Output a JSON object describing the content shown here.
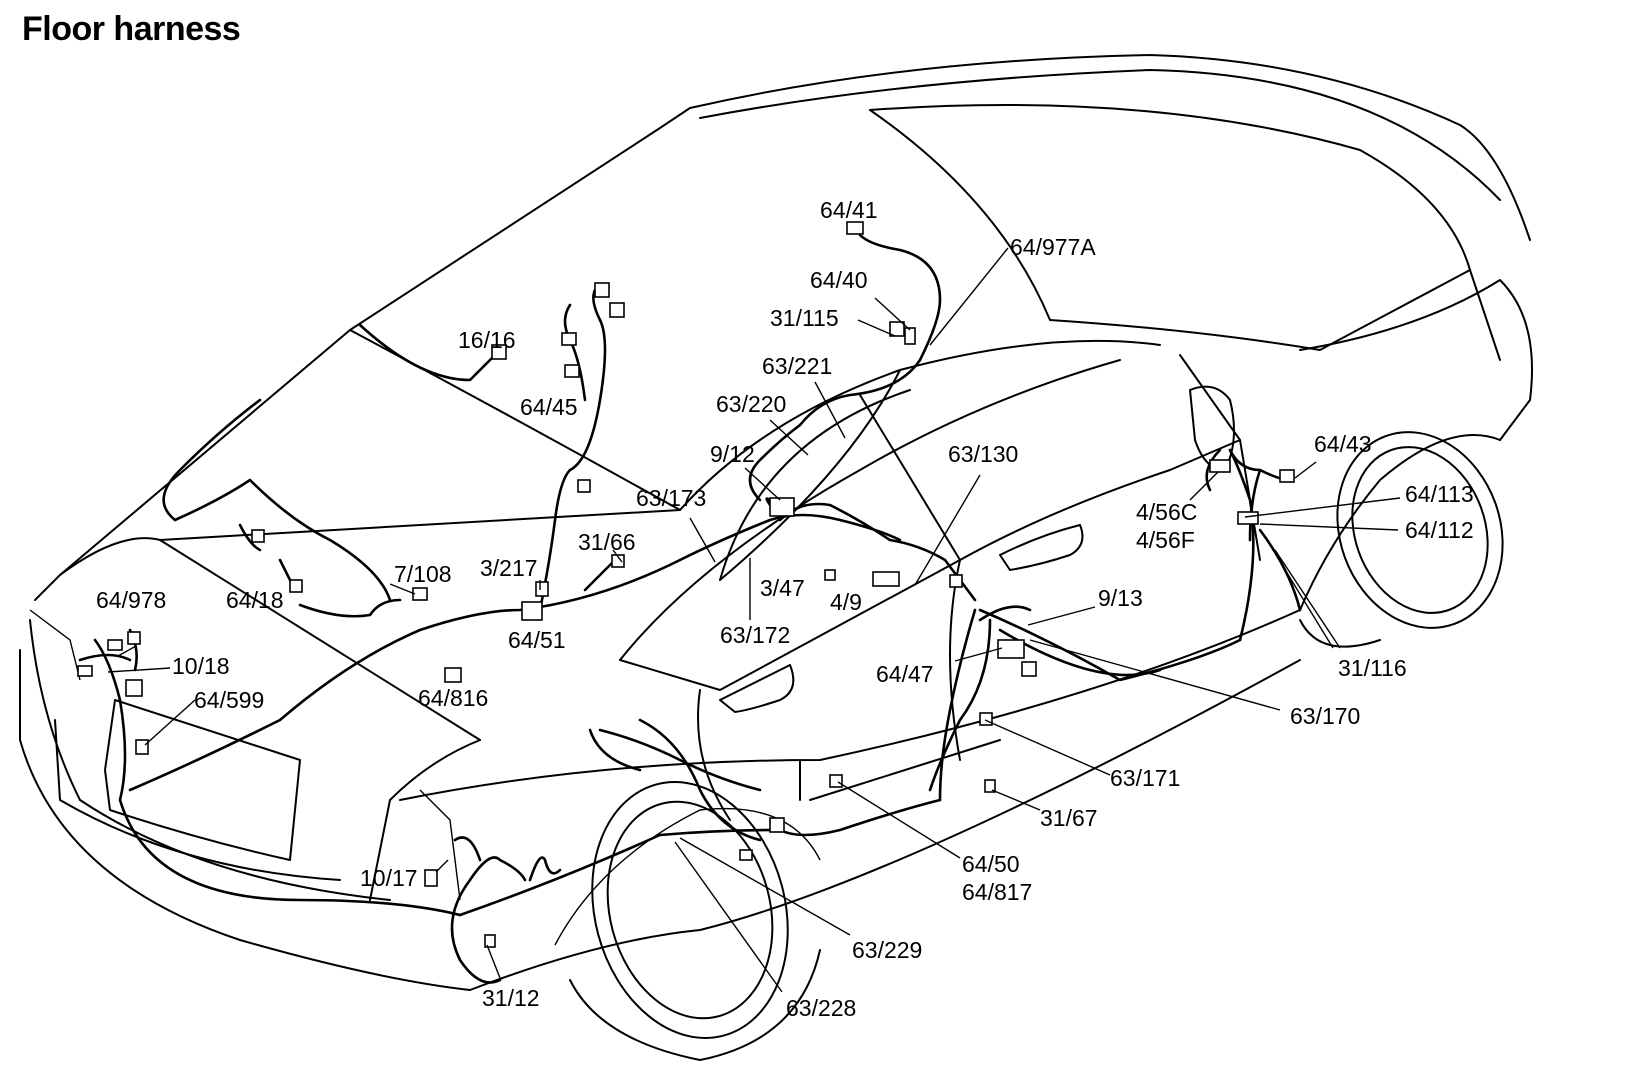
{
  "title": "Floor harness",
  "labels": {
    "l_64_41": "64/41",
    "l_64_977A": "64/977A",
    "l_64_40": "64/40",
    "l_31_115": "31/115",
    "l_16_16": "16/16",
    "l_63_221": "63/221",
    "l_64_45": "64/45",
    "l_63_220": "63/220",
    "l_9_12": "9/12",
    "l_63_130": "63/130",
    "l_64_43": "64/43",
    "l_63_173": "63/173",
    "l_64_113": "64/113",
    "l_4_56C": "4/56C",
    "l_4_56F": "4/56F",
    "l_64_112": "64/112",
    "l_31_66": "31/66",
    "l_3_217": "3/217",
    "l_7_108": "7/108",
    "l_64_978": "64/978",
    "l_64_18": "64/18",
    "l_3_47": "3/47",
    "l_4_9": "4/9",
    "l_9_13": "9/13",
    "l_64_51": "64/51",
    "l_63_172": "63/172",
    "l_10_18": "10/18",
    "l_31_116": "31/116",
    "l_64_47": "64/47",
    "l_64_599": "64/599",
    "l_64_816": "64/816",
    "l_63_170": "63/170",
    "l_63_171": "63/171",
    "l_31_67": "31/67",
    "l_10_17": "10/17",
    "l_64_50": "64/50",
    "l_64_817": "64/817",
    "l_63_229": "63/229",
    "l_31_12": "31/12",
    "l_63_228": "63/228"
  }
}
